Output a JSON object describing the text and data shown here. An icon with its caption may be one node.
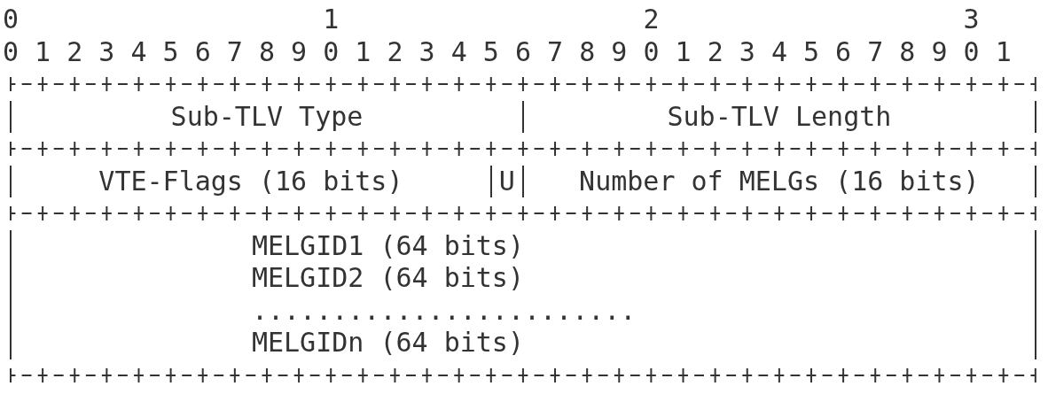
{
  "diagram": {
    "nodes": [
      {
        "text": [
          "Sub-TLV Type"
        ]
      },
      {
        "text": [
          "Sub-TLV Length"
        ]
      },
      {
        "text": [
          "VTE-Flags (16 bits)"
        ]
      },
      {
        "text": [
          "U"
        ]
      },
      {
        "text": [
          "Number of MELGs (16 bits)"
        ]
      },
      {
        "text": [
          "MELGID1 (64 bits)",
          "MELGID2 (64 bits)",
          "........................",
          "MELGIDn (64 bits)"
        ]
      }
    ],
    "labels": [
      "0",
      "1",
      "2",
      "3",
      "0",
      "1",
      "2",
      "3",
      "4",
      "5",
      "6",
      "7",
      "8",
      "9",
      "0",
      "1",
      "2",
      "3",
      "4",
      "5",
      "6",
      "7",
      "8",
      "9",
      "0",
      "1",
      "2",
      "3",
      "4",
      "5",
      "6",
      "7",
      "8",
      "9",
      "0",
      "1"
    ]
  }
}
